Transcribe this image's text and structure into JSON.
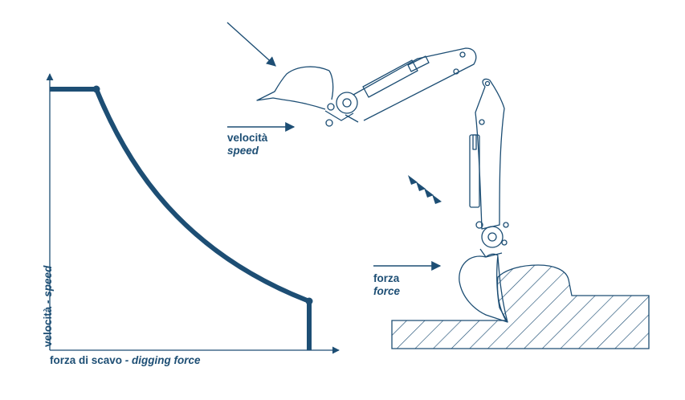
{
  "diagram": {
    "graph": {
      "y_axis_label": "velocità",
      "y_axis_label_en": "- speed",
      "x_axis_label": "forza di scavo",
      "x_axis_label_en": "- digging force"
    },
    "speed_annotation": {
      "label": "velocità",
      "label_en": "speed"
    },
    "force_annotation": {
      "label": "forza",
      "label_en": "force"
    },
    "colors": {
      "primary": "#1d4e74",
      "background": "#ffffff"
    }
  }
}
